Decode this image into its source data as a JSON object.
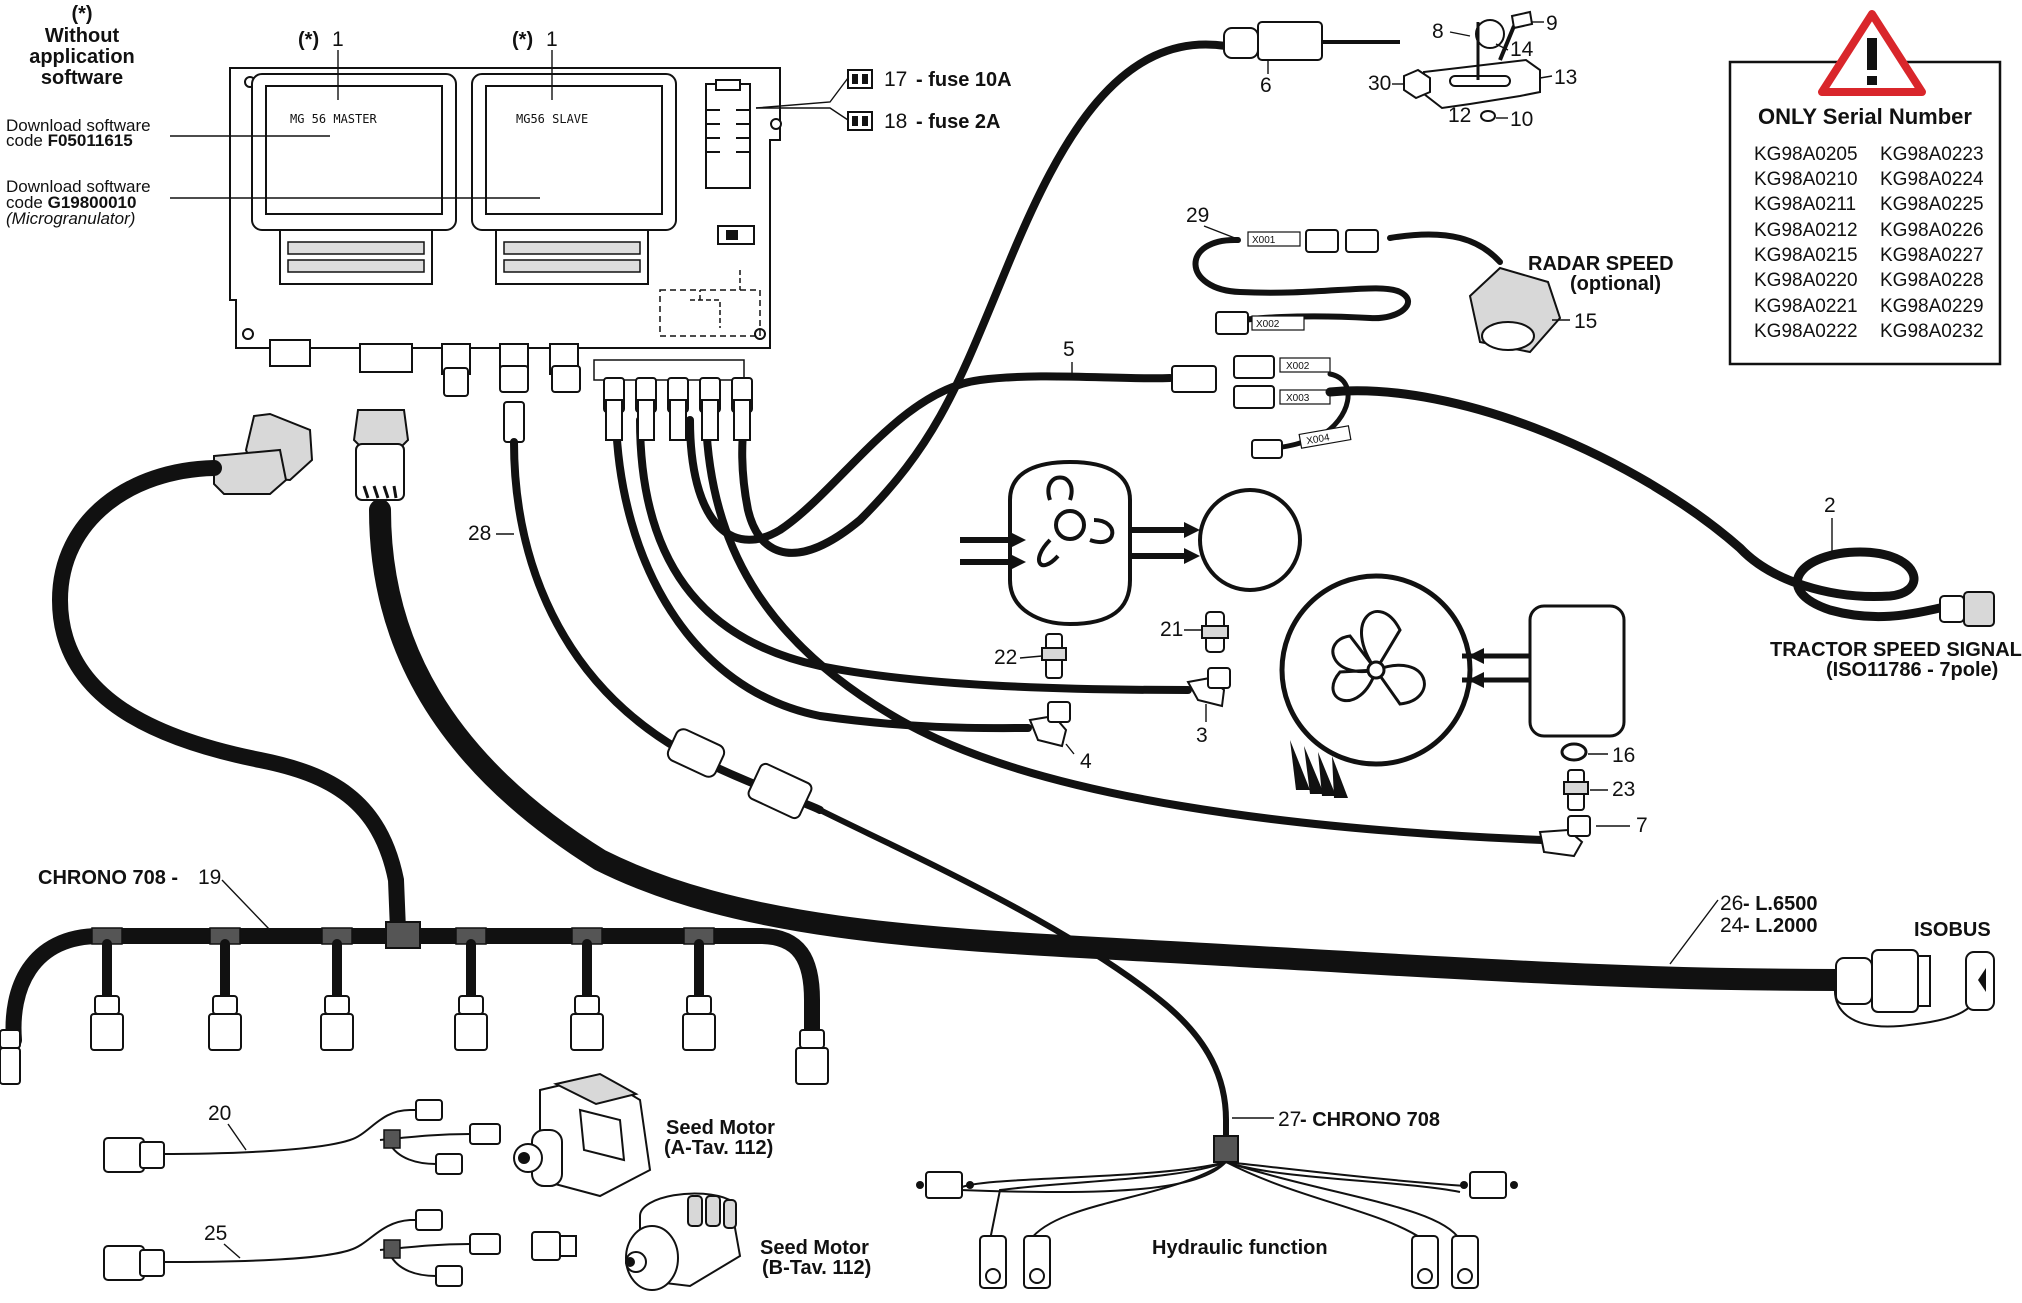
{
  "ecu": {
    "without_app_note": [
      "(*)",
      "Without",
      "application",
      "software"
    ],
    "star_marker": "(*)",
    "module_ref": "1",
    "master_name": "MG 56 MASTER",
    "slave_name": "MG56 SLAVE",
    "download1_line1": "Download software",
    "download1_line2_prefix": "code ",
    "download1_code": "F05011615",
    "download2_line1": "Download software",
    "download2_line2_prefix": "code ",
    "download2_code": "G19800010",
    "download2_note": "(Microgranulator)"
  },
  "fuses": [
    {
      "ref": "17",
      "text": "fuse 10A"
    },
    {
      "ref": "18",
      "text": "fuse 2A"
    }
  ],
  "notice": {
    "title": "ONLY Serial Number",
    "serials_col1": [
      "KG98A0205",
      "KG98A0210",
      "KG98A0211",
      "KG98A0212",
      "KG98A0215",
      "KG98A0220",
      "KG98A0221",
      "KG98A0222"
    ],
    "serials_col2": [
      "KG98A0223",
      "KG98A0224",
      "KG98A0225",
      "KG98A0226",
      "KG98A0227",
      "KG98A0228",
      "KG98A0229",
      "KG98A0232"
    ]
  },
  "radar": {
    "line1": "RADAR SPEED",
    "line2": "(optional)"
  },
  "tractor_speed": {
    "line1": "TRACTOR SPEED SIGNAL",
    "line2": "(ISO11786 - 7pole)"
  },
  "isobus_label": "ISOBUS",
  "chrono_19": {
    "name": "CHRONO 708 - ",
    "ref": "19"
  },
  "chrono_27": {
    "ref": "27",
    "name": " - CHRONO 708"
  },
  "length_26": {
    "ref": "26",
    "length": " - L.6500"
  },
  "length_24": {
    "ref": "24",
    "length": " - L.2000"
  },
  "hydraulic_label": "Hydraulic function",
  "seed_motor_a": {
    "line1": "Seed Motor",
    "line2": "(A-Tav. 112)"
  },
  "seed_motor_b": {
    "line1": "Seed Motor",
    "line2": "(B-Tav. 112)"
  },
  "connector_tags": [
    "X001",
    "X002",
    "X002",
    "X003",
    "X004"
  ],
  "part_refs": {
    "r2": "2",
    "r3": "3",
    "r4": "4",
    "r5": "5",
    "r6": "6",
    "r7": "7",
    "r8": "8",
    "r9": "9",
    "r10": "10",
    "r12": "12",
    "r13": "13",
    "r14": "14",
    "r15": "15",
    "r16": "16",
    "r20": "20",
    "r21": "21",
    "r22": "22",
    "r23": "23",
    "r25": "25",
    "r28": "28",
    "r29": "29",
    "r30": "30"
  },
  "colors": {
    "ink": "#111111",
    "cable": "#111111",
    "warning_red": "#d9262b",
    "fill_grey": "#d8d8d8"
  },
  "icons": [
    "warning-triangle-icon",
    "pump-icon",
    "fan-icon"
  ]
}
